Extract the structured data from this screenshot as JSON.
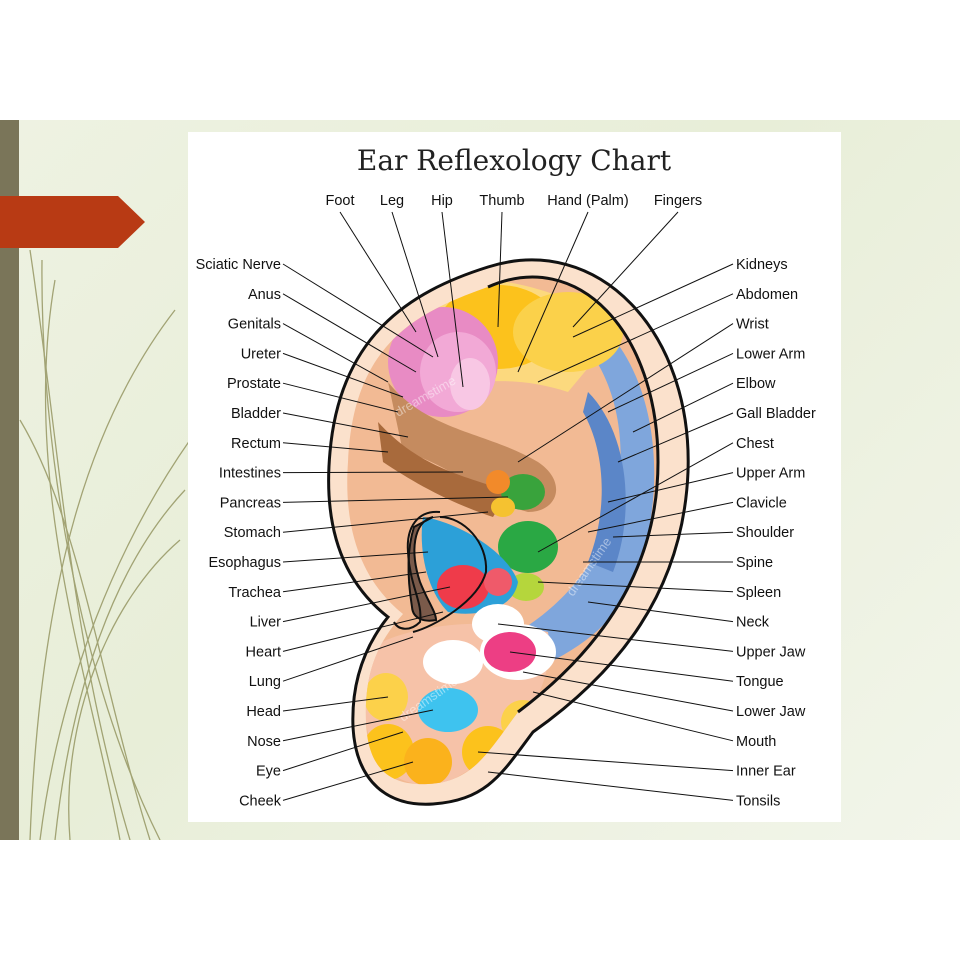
{
  "slide": {
    "accent_colors": {
      "bar": "#7a7559",
      "tab": "#b83a14",
      "background": "#eaf0dc"
    }
  },
  "chart": {
    "title": "Ear Reflexology Chart",
    "top_labels": [
      "Foot",
      "Leg",
      "Hip",
      "Thumb",
      "Hand (Palm)",
      "Fingers"
    ],
    "left_labels": [
      "Sciatic Nerve",
      "Anus",
      "Genitals",
      "Ureter",
      "Prostate",
      "Bladder",
      "Rectum",
      "Intestines",
      "Pancreas",
      "Stomach",
      "Esophagus",
      "Trachea",
      "Liver",
      "Heart",
      "Lung",
      "Head",
      "Nose",
      "Eye",
      "Cheek"
    ],
    "right_labels": [
      "Kidneys",
      "Abdomen",
      "Wrist",
      "Lower Arm",
      "Elbow",
      "Gall Bladder",
      "Chest",
      "Upper Arm",
      "Clavicle",
      "Shoulder",
      "Spine",
      "Spleen",
      "Neck",
      "Upper Jaw",
      "Tongue",
      "Lower Jaw",
      "Mouth",
      "Inner Ear",
      "Tonsils"
    ],
    "watermarks": [
      "dreamstime",
      "dreamstime",
      "dreamstime",
      "dreamstime"
    ]
  }
}
